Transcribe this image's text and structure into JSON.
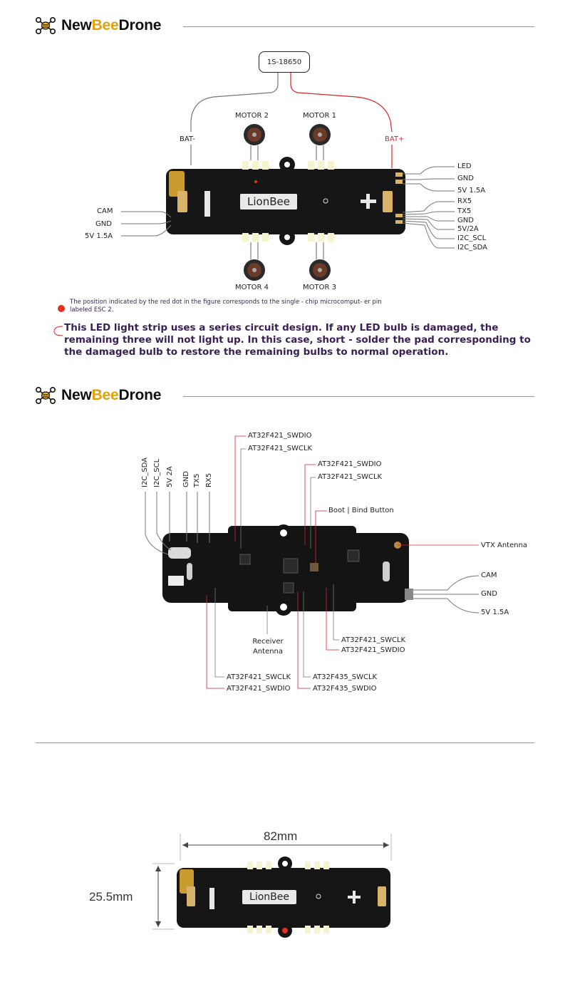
{
  "brand": {
    "pre": "New",
    "mid": "Bee",
    "post": "Drone"
  },
  "section1": {
    "battery": "1S-18650",
    "bat_minus": "BAT-",
    "bat_plus": "BAT+",
    "motor1": "MOTOR 1",
    "motor2": "MOTOR 2",
    "motor3": "MOTOR 3",
    "motor4": "MOTOR 4",
    "board_name": "LionBee",
    "left_pins": [
      "CAM",
      "GND",
      "5V 1.5A"
    ],
    "right_pins": [
      "LED",
      "GND",
      "5V 1.5A",
      "RX5",
      "TX5",
      "GND",
      "5V/2A",
      "I2C_SCL",
      "I2C_SDA"
    ],
    "note_small": "The position indicated by the red dot in the figure corresponds to the single - chip microcomput- er pin labeled ESC 2.",
    "note_big": "This LED light strip uses a series circuit design. If any LED bulb is damaged, the remaining three will not light up. In this case, short - solder the pad corresponding to the damaged bulb to restore the remaining bulbs to normal operation."
  },
  "section2": {
    "vertical_pins": [
      "I2C_SDA",
      "I2C_SCL",
      "5V 2A",
      "GND",
      "TX5",
      "RX5"
    ],
    "top_labels": [
      "AT32F421_SWDIO",
      "AT32F421_SWCLK",
      "AT32F421_SWDIO",
      "AT32F421_SWCLK",
      "Boot | Bind Button"
    ],
    "right_labels": [
      "VTX Antenna",
      "CAM",
      "GND",
      "5V 1.5A"
    ],
    "receiver": "Receiver Antenna",
    "bottom_right": [
      "AT32F421_SWCLK",
      "AT32F421_SWDIO"
    ],
    "bottom_left": [
      "AT32F421_SWCLK",
      "AT32F421_SWDIO"
    ],
    "bottom_mid": [
      "AT32F435_SWCLK",
      "AT32F435_SWDIO"
    ]
  },
  "section3": {
    "width_dim": "82mm",
    "height_dim": "25.5mm",
    "board_name": "LionBee"
  },
  "colors": {
    "accent_red": "#d8262b",
    "brand_gold": "#e0a10a",
    "note_purple": "#3a1f55",
    "board": "#161616"
  }
}
